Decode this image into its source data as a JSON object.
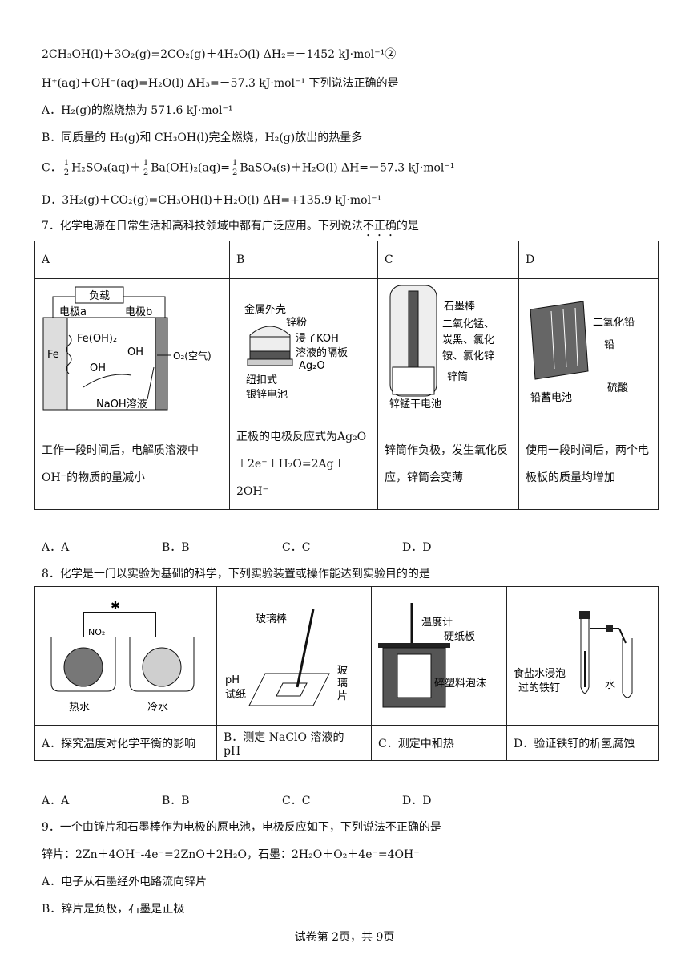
{
  "lines": {
    "l1": "2CH₃OH(l)＋3O₂(g)=2CO₂(g)＋4H₂O(l)   ΔH₂=－1452 kJ·mol⁻¹②",
    "l2": "H⁺(aq)＋OH⁻(aq)=H₂O(l)   ΔH₃=－57.3 kJ·mol⁻¹ 下列说法正确的是",
    "optA": "A．H₂(g)的燃烧热为 571.6 kJ·mol⁻¹",
    "optB": "B．同质量的 H₂(g)和 CH₃OH(l)完全燃烧，H₂(g)放出的热量多",
    "optC_pre": "C．",
    "optC_1": "H₂SO₄(aq)＋",
    "optC_2": "Ba(OH)₂(aq)=",
    "optC_3": "BaSO₄(s)＋H₂O(l)   ΔH=－57.3 kJ·mol⁻¹",
    "frac_n": "1",
    "frac_d": "2",
    "optD": "D．3H₂(g)＋CO₂(g)=CH₃OH(l)＋H₂O(l)  ΔH=+135.9 kJ·mol⁻¹"
  },
  "q7": {
    "stem_pre": "7．化学电源在日常生活和高科技领域中都有广泛应用。下列说法",
    "stem_emph": "不正确",
    "stem_post": "的是",
    "headers": [
      "A",
      "B",
      "C",
      "D"
    ],
    "texts": [
      "工作一段时间后，电解质溶液中OH⁻的物质的量减小",
      "正极的电极反应式为Ag₂O＋2e⁻＋H₂O=2Ag＋2OH⁻",
      "锌筒作负极，发生氧化反应，锌筒会变薄",
      "使用一段时间后，两个电极板的质量均增加"
    ],
    "figA": {
      "load": "负载",
      "ea": "电极a",
      "eb": "电极b",
      "fe": "Fe",
      "feoh": "Fe(OH)₂",
      "oh1": "OH",
      "oh2": "OH",
      "o2": "O₂(空气)",
      "naoh": "NaOH溶液"
    },
    "figB": {
      "shell": "金属外壳",
      "zn": "锌粉",
      "sep1": "浸了KOH",
      "sep2": "溶液的隔板",
      "ag2o": "Ag₂O",
      "cap1": "纽扣式",
      "cap2": "银锌电池"
    },
    "figC": {
      "rod": "石墨棒",
      "m1": "二氧化锰、",
      "m2": "炭黑、氯化",
      "m3": "铵、氯化锌",
      "can": "锌筒",
      "cap": "锌锰干电池"
    },
    "figD": {
      "pbo2": "二氧化铅",
      "pb": "铅",
      "h2so4": "硫酸",
      "cap": "铅蓄电池"
    },
    "answers": [
      "A．A",
      "B．B",
      "C．C",
      "D．D"
    ]
  },
  "q8": {
    "stem": "8．化学是一门以实验为基础的科学，下列实验装置或操作能达到实验目的的是",
    "labels": [
      "A．探究温度对化学平衡的影响",
      "B．测定 NaClO 溶液的 pH",
      "C．测定中和热",
      "D．验证铁钉的析氢腐蚀"
    ],
    "figA": {
      "no2": "NO₂",
      "hot": "热水",
      "cold": "冷水"
    },
    "figB": {
      "rod": "玻璃棒",
      "ph1": "pH",
      "ph2": "试纸",
      "gl1": "玻",
      "gl2": "璃",
      "gl3": "片"
    },
    "figC": {
      "therm": "温度计",
      "board": "硬纸板",
      "foam": "碎塑料泡沫"
    },
    "figD": {
      "nail1": "食盐水浸泡",
      "nail2": "过的铁钉",
      "water": "水"
    },
    "answers": [
      "A．A",
      "B．B",
      "C．C",
      "D．D"
    ]
  },
  "q9": {
    "stem": "9．一个由锌片和石墨棒作为电极的原电池，电极反应如下，下列说法不正确的是",
    "rxn": "锌片：2Zn＋4OH⁻-4e⁻=2ZnO＋2H₂O，石墨：2H₂O＋O₂＋4e⁻=4OH⁻",
    "optA": "A．电子从石墨经外电路流向锌片",
    "optB": "B．锌片是负极，石墨是正极"
  },
  "footer": "试卷第 2页，共 9页"
}
